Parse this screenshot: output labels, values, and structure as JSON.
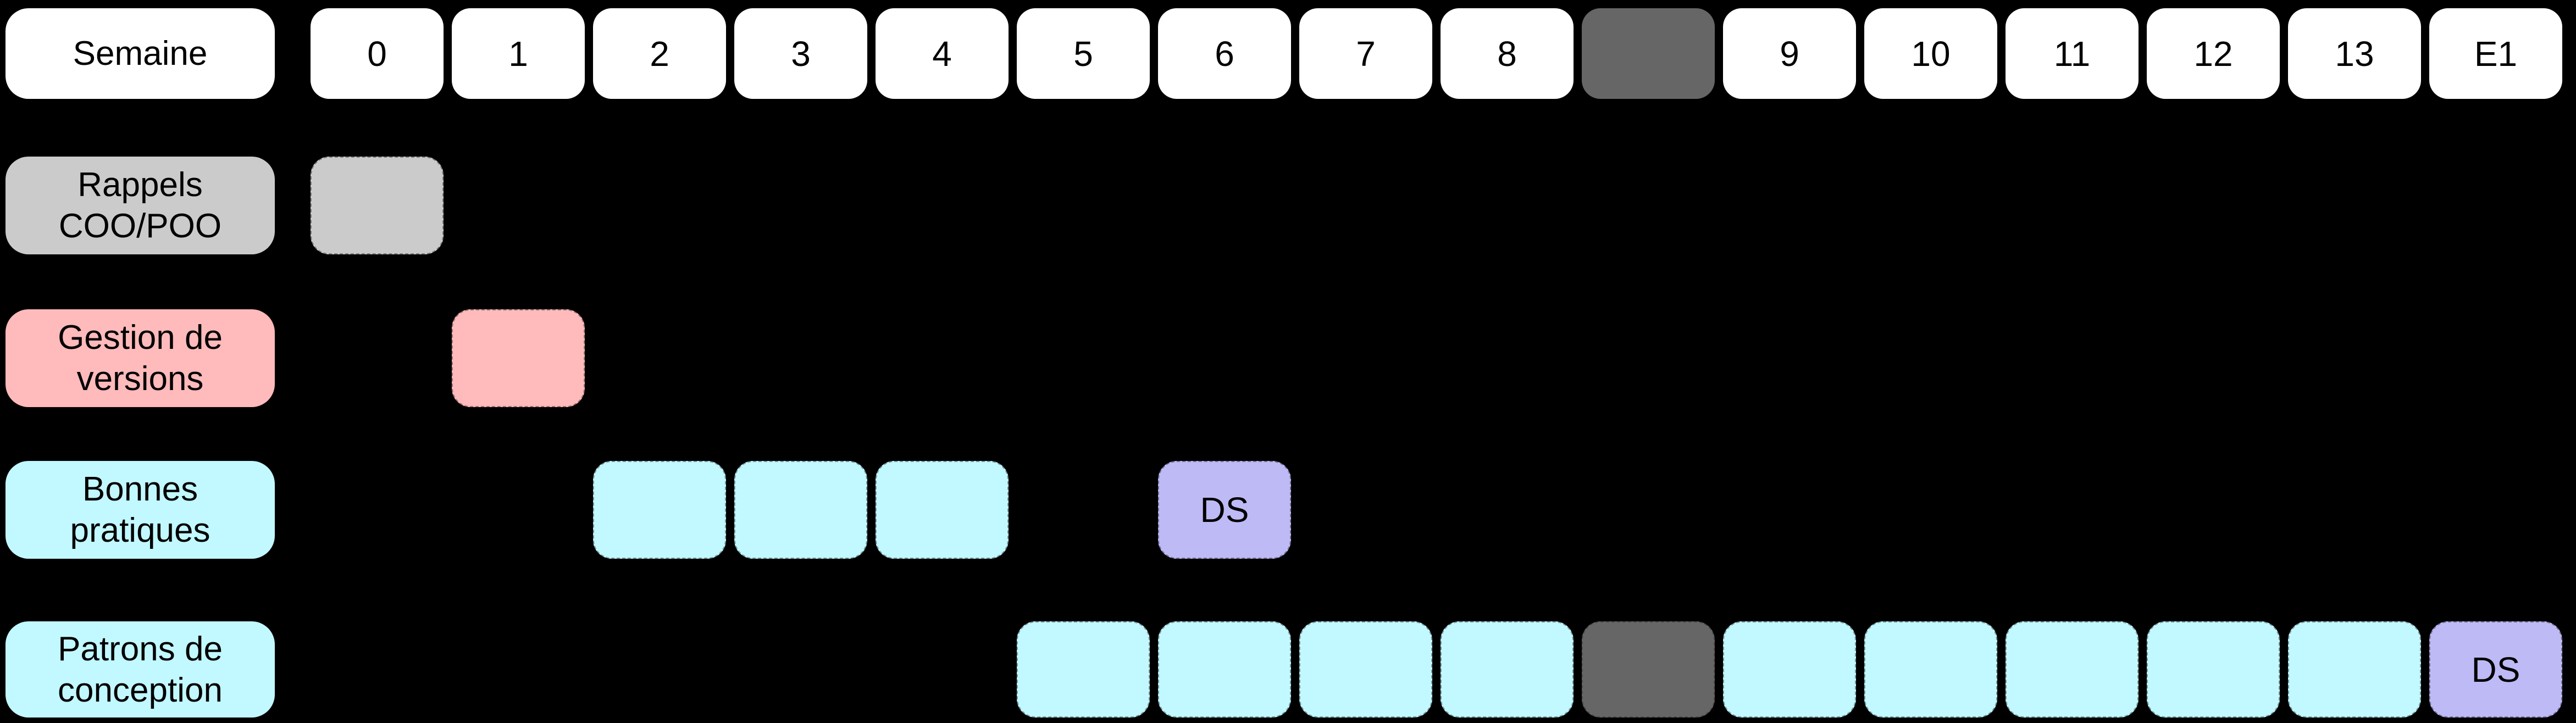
{
  "palette": {
    "background": "#000000",
    "white": "#ffffff",
    "gray": "#cbcbcb",
    "dark_gray": "#666666",
    "pink": "#ffbabb",
    "cyan": "#c2f8ff",
    "purple": "#bebaf5",
    "text": "#000000"
  },
  "header": {
    "row_label": "Semaine",
    "cells": [
      {
        "label": "0",
        "kind": "week"
      },
      {
        "label": "1",
        "kind": "week"
      },
      {
        "label": "2",
        "kind": "week"
      },
      {
        "label": "3",
        "kind": "week"
      },
      {
        "label": "4",
        "kind": "week"
      },
      {
        "label": "5",
        "kind": "week"
      },
      {
        "label": "6",
        "kind": "week"
      },
      {
        "label": "7",
        "kind": "week"
      },
      {
        "label": "8",
        "kind": "week"
      },
      {
        "label": "",
        "kind": "break"
      },
      {
        "label": "9",
        "kind": "week"
      },
      {
        "label": "10",
        "kind": "week"
      },
      {
        "label": "11",
        "kind": "week"
      },
      {
        "label": "12",
        "kind": "week"
      },
      {
        "label": "13",
        "kind": "week"
      },
      {
        "label": "E1",
        "kind": "exam"
      }
    ]
  },
  "rows": [
    {
      "id": "rappels-coo-poo",
      "label_lines": [
        "Rappels",
        "COO/POO"
      ],
      "color": "gray",
      "cells": [
        {
          "col": 0,
          "color": "gray",
          "label": ""
        }
      ]
    },
    {
      "id": "gestion-de-versions",
      "label_lines": [
        "Gestion de",
        "versions"
      ],
      "color": "pink",
      "cells": [
        {
          "col": 1,
          "color": "pink",
          "label": ""
        }
      ]
    },
    {
      "id": "bonnes-pratiques",
      "label_lines": [
        "Bonnes",
        "pratiques"
      ],
      "color": "cyan",
      "cells": [
        {
          "col": 2,
          "color": "cyan",
          "label": ""
        },
        {
          "col": 3,
          "color": "cyan",
          "label": ""
        },
        {
          "col": 4,
          "color": "cyan",
          "label": ""
        },
        {
          "col": 6,
          "color": "purple",
          "label": "DS"
        }
      ]
    },
    {
      "id": "patrons-de-conception",
      "label_lines": [
        "Patrons de",
        "conception"
      ],
      "color": "cyan",
      "cells": [
        {
          "col": 5,
          "color": "cyan",
          "label": ""
        },
        {
          "col": 6,
          "color": "cyan",
          "label": ""
        },
        {
          "col": 7,
          "color": "cyan",
          "label": ""
        },
        {
          "col": 8,
          "color": "cyan",
          "label": ""
        },
        {
          "col": 9,
          "color": "dark_gray",
          "label": ""
        },
        {
          "col": 10,
          "color": "cyan",
          "label": ""
        },
        {
          "col": 11,
          "color": "cyan",
          "label": ""
        },
        {
          "col": 12,
          "color": "cyan",
          "label": ""
        },
        {
          "col": 13,
          "color": "cyan",
          "label": ""
        },
        {
          "col": 14,
          "color": "cyan",
          "label": ""
        },
        {
          "col": 15,
          "color": "purple",
          "label": "DS"
        }
      ]
    }
  ]
}
